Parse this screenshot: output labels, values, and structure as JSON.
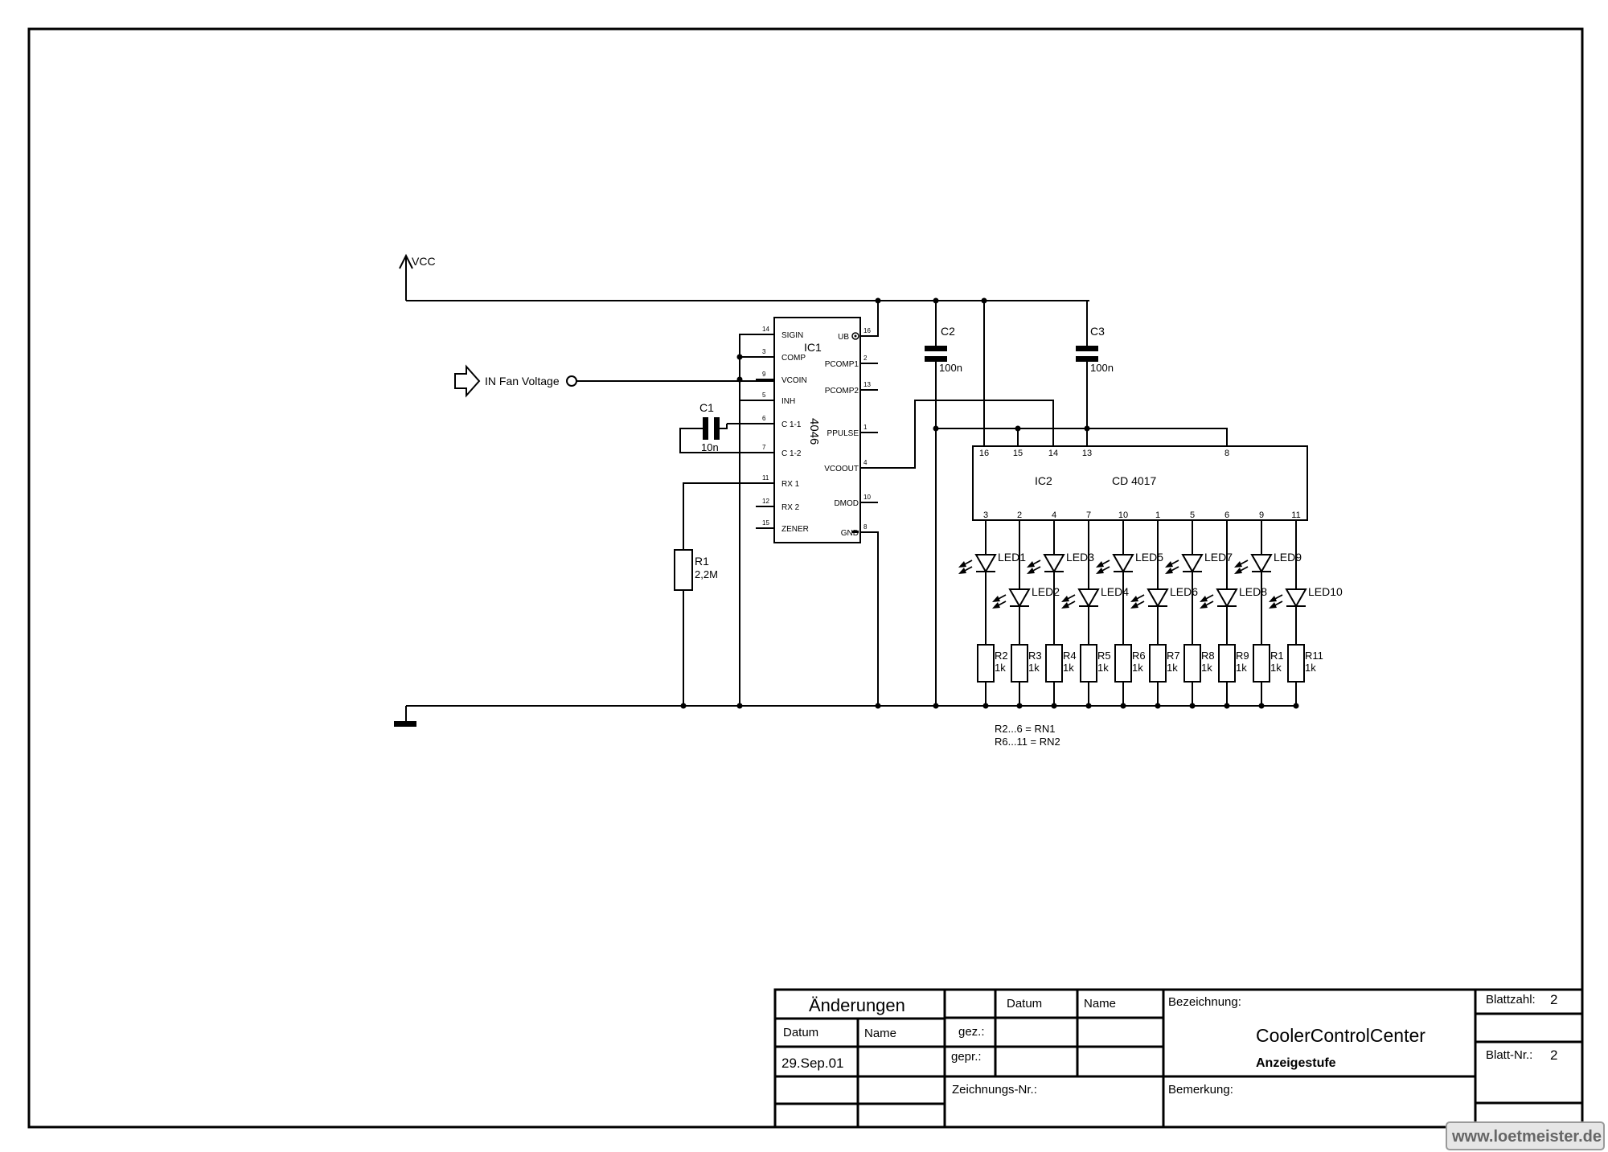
{
  "net_labels": {
    "vcc": "VCC",
    "input": "IN Fan Voltage"
  },
  "ic1": {
    "ref": "IC1",
    "value": "4046",
    "left_pins": [
      {
        "num": "14",
        "name": "SIGIN"
      },
      {
        "num": "3",
        "name": "COMP"
      },
      {
        "num": "9",
        "name": "VCOIN"
      },
      {
        "num": "5",
        "name": "INH"
      },
      {
        "num": "6",
        "name": "C 1-1"
      },
      {
        "num": "7",
        "name": "C 1-2"
      },
      {
        "num": "11",
        "name": "RX 1"
      },
      {
        "num": "12",
        "name": "RX 2"
      },
      {
        "num": "15",
        "name": "ZENER"
      }
    ],
    "right_pins": [
      {
        "num": "16",
        "name": "UB"
      },
      {
        "num": "2",
        "name": "PCOMP1"
      },
      {
        "num": "13",
        "name": "PCOMP2"
      },
      {
        "num": "1",
        "name": "PPULSE"
      },
      {
        "num": "4",
        "name": "VCOOUT"
      },
      {
        "num": "10",
        "name": "DMOD"
      },
      {
        "num": "8",
        "name": "GND"
      }
    ]
  },
  "ic2": {
    "ref": "IC2",
    "value": "CD 4017",
    "top_pins": [
      "16",
      "15",
      "14",
      "13",
      "8"
    ],
    "bottom_pins": [
      "3",
      "2",
      "4",
      "7",
      "10",
      "1",
      "5",
      "6",
      "9",
      "11"
    ]
  },
  "capacitors": [
    {
      "ref": "C1",
      "value": "10n"
    },
    {
      "ref": "C2",
      "value": "100n"
    },
    {
      "ref": "C3",
      "value": "100n"
    }
  ],
  "r1": {
    "ref": "R1",
    "value": "2,2M"
  },
  "leds": [
    "LED1",
    "LED2",
    "LED3",
    "LED4",
    "LED5",
    "LED6",
    "LED7",
    "LED8",
    "LED9",
    "LED10"
  ],
  "resistors": [
    {
      "ref": "R2",
      "value": "1k"
    },
    {
      "ref": "R3",
      "value": "1k"
    },
    {
      "ref": "R4",
      "value": "1k"
    },
    {
      "ref": "R5",
      "value": "1k"
    },
    {
      "ref": "R6",
      "value": "1k"
    },
    {
      "ref": "R7",
      "value": "1k"
    },
    {
      "ref": "R8",
      "value": "1k"
    },
    {
      "ref": "R9",
      "value": "1k"
    },
    {
      "ref": "R1",
      "value": "1k"
    },
    {
      "ref": "R11",
      "value": "1k"
    }
  ],
  "notes": [
    "R2...6 = RN1",
    "R6...11 = RN2"
  ],
  "title_block": {
    "changes_title": "Änderungen",
    "datum": "Datum",
    "name": "Name",
    "change_date": "29.Sep.01",
    "gez": "gez.:",
    "gepr": "gepr.:",
    "bezeichnung": "Bezeichnung:",
    "project": "CoolerControlCenter",
    "subtitle": "Anzeigestufe",
    "zeichnungs_nr": "Zeichnungs-Nr.:",
    "bemerkung": "Bemerkung:",
    "blattzahl_label": "Blattzahl:",
    "blattzahl": "2",
    "blatt_nr_label": "Blatt-Nr.:",
    "blatt_nr": "2"
  },
  "watermark": "www.loetmeister.de"
}
